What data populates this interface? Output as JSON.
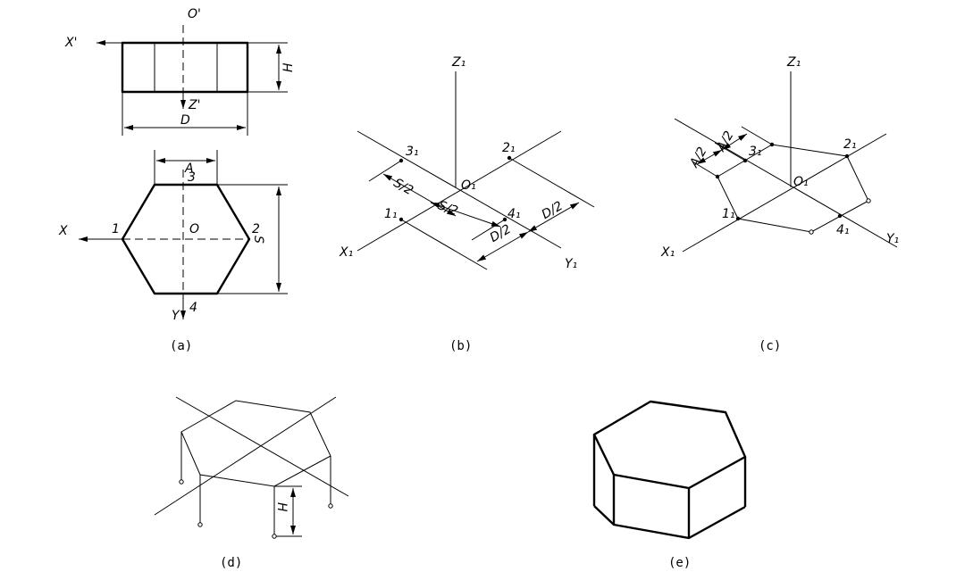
{
  "captions": {
    "a": "(a)",
    "b": "(b)",
    "c": "(c)",
    "d": "(d)",
    "e": "(e)"
  },
  "labels_a": {
    "x_prime": "X'",
    "o_prime": "O'",
    "z_prime": "Z'",
    "h": "H",
    "d": "D",
    "a": "A",
    "x": "X",
    "y": "Y",
    "o": "O",
    "s": "S",
    "p1": "1",
    "p2": "2",
    "p3": "3",
    "p4": "4"
  },
  "labels_b": {
    "z1": "Z₁",
    "x1": "X₁",
    "y1": "Y₁",
    "o1": "O₁",
    "p1": "1₁",
    "p2": "2₁",
    "p3": "3₁",
    "p4": "4₁",
    "s_half_1": "S/2",
    "s_half_2": "S/2",
    "d_half_1": "D/2",
    "d_half_2": "D/2"
  },
  "labels_c": {
    "z1": "Z₁",
    "x1": "X₁",
    "y1": "Y₁",
    "o1": "O₁",
    "p1": "1₁",
    "p2": "2₁",
    "p3": "3₁",
    "p4": "4₁",
    "a_half_1": "A/2",
    "a_half_2": "A/2"
  },
  "labels_d": {
    "h": "H"
  }
}
